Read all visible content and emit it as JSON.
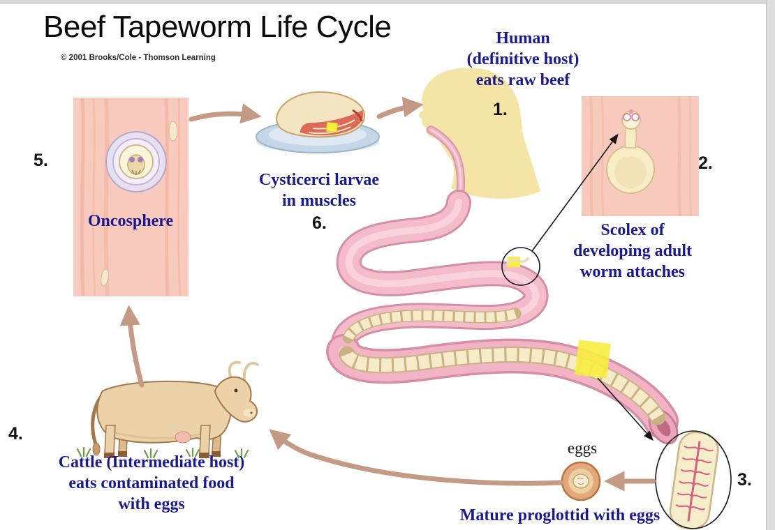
{
  "title": "Beef Tapeworm Life Cycle",
  "copyright": "© 2001 Brooks/Cole - Thomson Learning",
  "colors": {
    "label_navy": "#1a1a8c",
    "panel_pink": "#f8cabe",
    "intestine_pink": "#f4bcca",
    "worm_cream": "#f5ebc8",
    "highlight_yellow": "#f7ee3f",
    "arrow_tan": "#c49a85",
    "skin_yellow": "#f4e4a6"
  },
  "steps": {
    "n1": "1.",
    "n2": "2.",
    "n3": "3.",
    "n4": "4.",
    "n5": "5.",
    "n6": "6."
  },
  "labels": {
    "human": {
      "lines": [
        "Human",
        "(definitive host)",
        "eats raw beef"
      ]
    },
    "scolex": {
      "lines": [
        "Scolex of",
        "developing adult",
        "worm attaches"
      ]
    },
    "cysticerci": {
      "lines": [
        "Cysticerci larvae",
        "in muscles"
      ]
    },
    "oncosphere": {
      "text": "Oncosphere"
    },
    "cattle": {
      "lines": [
        "Cattle (Intermediate host)",
        "eats contaminated food",
        "with eggs"
      ]
    },
    "eggs": {
      "text": "eggs"
    },
    "proglottid": {
      "text": "Mature proglottid with eggs"
    }
  }
}
